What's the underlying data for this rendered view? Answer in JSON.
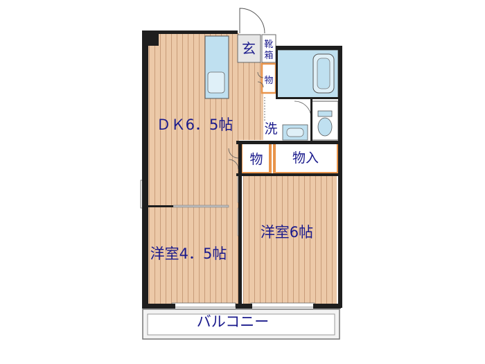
{
  "plan": {
    "entrance_label": "玄",
    "shoe_closet_label": "靴\n箱",
    "storage_small_label": "物",
    "dk_label": "ＤＫ6．5帖",
    "washroom_label": "洗",
    "storage_label": "物",
    "closet_label": "物入",
    "western_room_6_label": "洋室6帖",
    "western_room_45_label": "洋室4．5帖",
    "balcony_label": "バルコニー"
  },
  "colors": {
    "floor_wood": "#ecc9a8",
    "floor_lines": "#c79b78",
    "wall": "#1e1e1e",
    "fixture_blue": "#bfe0f0",
    "storage_orange": "#e9944a",
    "entrance_gray": "#e6e6e6",
    "text_blue": "#1a1a8c"
  }
}
